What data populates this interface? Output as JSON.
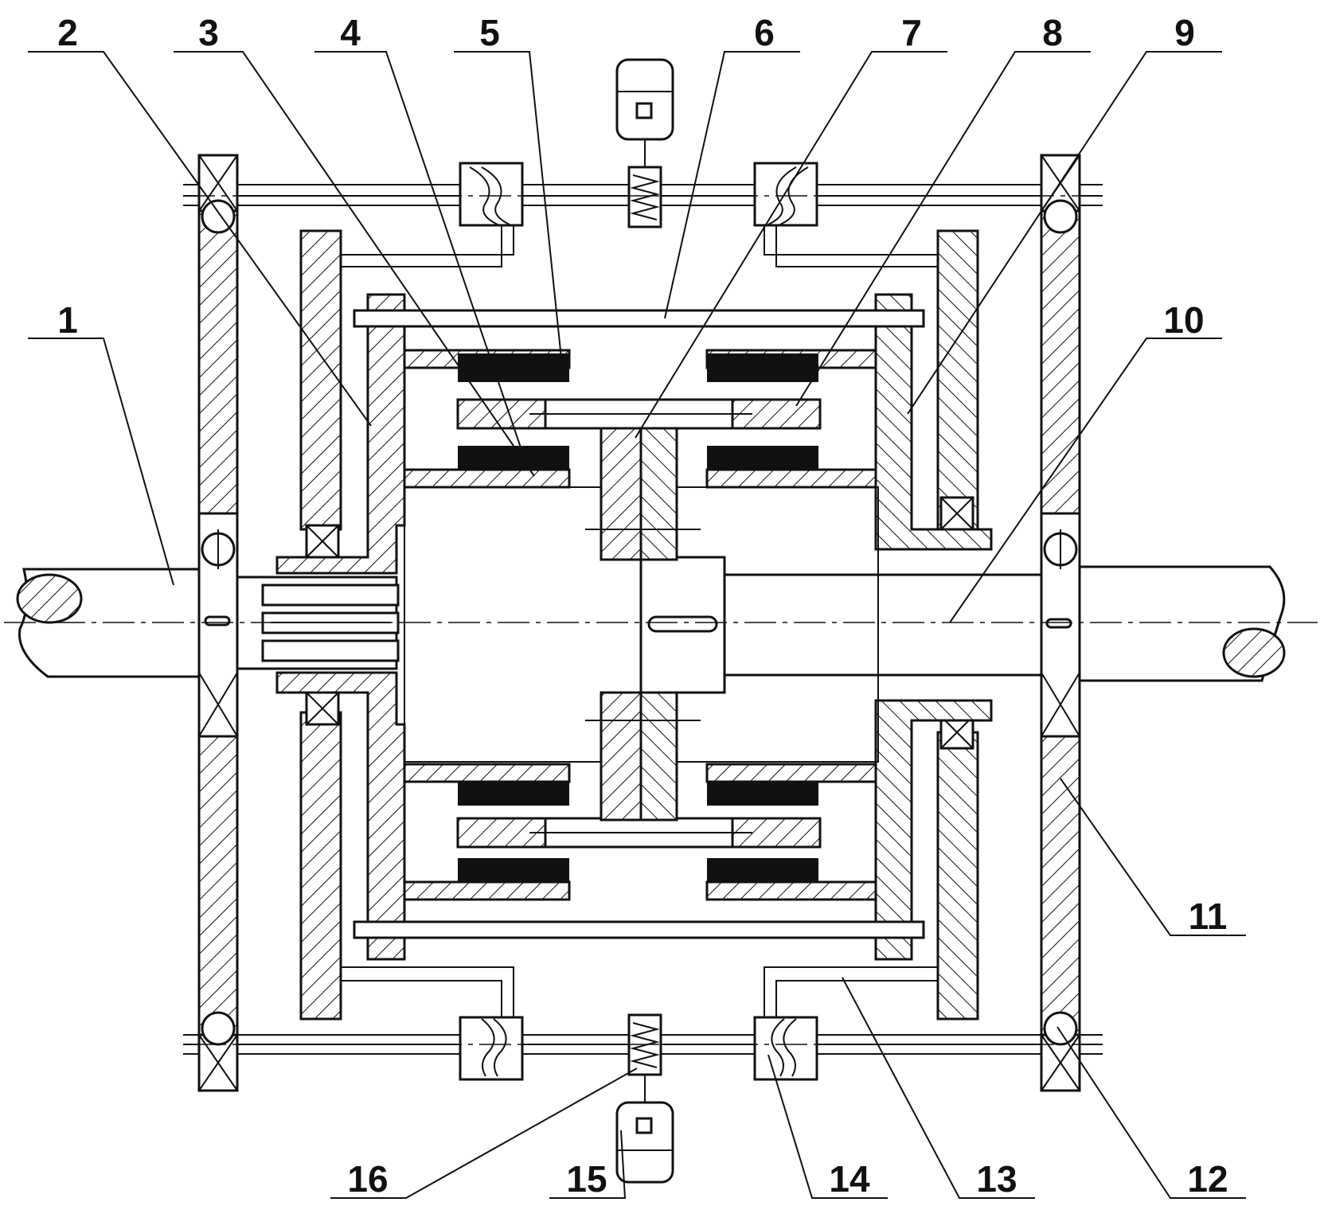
{
  "figure": {
    "background_color": "#ffffff",
    "line_color": "#111111",
    "callouts": [
      {
        "id": "c1",
        "text": "1"
      },
      {
        "id": "c2",
        "text": "2"
      },
      {
        "id": "c3",
        "text": "3"
      },
      {
        "id": "c4",
        "text": "4"
      },
      {
        "id": "c5",
        "text": "5"
      },
      {
        "id": "c6",
        "text": "6"
      },
      {
        "id": "c7",
        "text": "7"
      },
      {
        "id": "c8",
        "text": "8"
      },
      {
        "id": "c9",
        "text": "9"
      },
      {
        "id": "c10",
        "text": "10"
      },
      {
        "id": "c11",
        "text": "11"
      },
      {
        "id": "c12",
        "text": "12"
      },
      {
        "id": "c13",
        "text": "13"
      },
      {
        "id": "c14",
        "text": "14"
      },
      {
        "id": "c15",
        "text": "15"
      },
      {
        "id": "c16",
        "text": "16"
      }
    ]
  }
}
